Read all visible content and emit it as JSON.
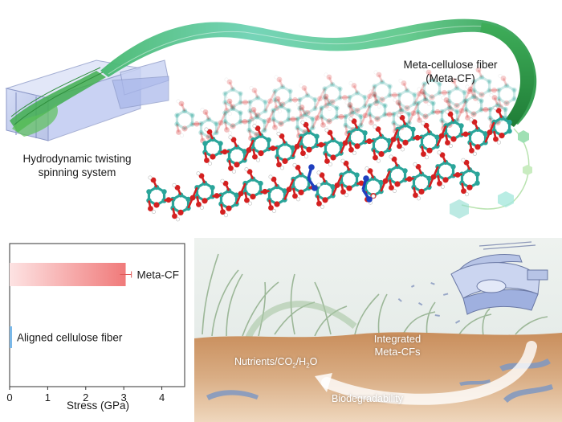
{
  "top_panel": {
    "spinning_label_line1": "Hydrodynamic twisting",
    "spinning_label_line2": "spinning system",
    "fiber_label_line1": "Meta-cellulose fiber",
    "fiber_label_line2": "(Meta-CF)"
  },
  "soil_panel": {
    "integrated_line1": "Integrated",
    "integrated_line2": "Meta-CFs",
    "nutrients": "Nutrients/CO",
    "nutrients_sub1": "2",
    "nutrients_mid": "/H",
    "nutrients_sub2": "2",
    "nutrients_end": "O",
    "biodegradability": "Biodegradability"
  },
  "colors": {
    "fiber_green": "#3aa86a",
    "carbon_teal": "#2aa59a",
    "oxygen_red": "#d42020",
    "nitrogen_blue": "#1f3fbf",
    "bar_meta_cf": "#f08080",
    "bar_aligned": "#7ab8e8"
  },
  "chart_data": {
    "type": "bar",
    "orientation": "horizontal",
    "categories": [
      "Meta-CF",
      "Aligned cellulose fiber"
    ],
    "values": [
      3.05,
      0.05
    ],
    "errors": [
      0.15,
      0.0
    ],
    "xlabel": "Stress (GPa)",
    "ylabel": "",
    "xlim": [
      0,
      4.6
    ],
    "xticks": [
      "0",
      "1",
      "2",
      "3",
      "4"
    ],
    "xtick_values": [
      0,
      1,
      2,
      3,
      4
    ]
  }
}
